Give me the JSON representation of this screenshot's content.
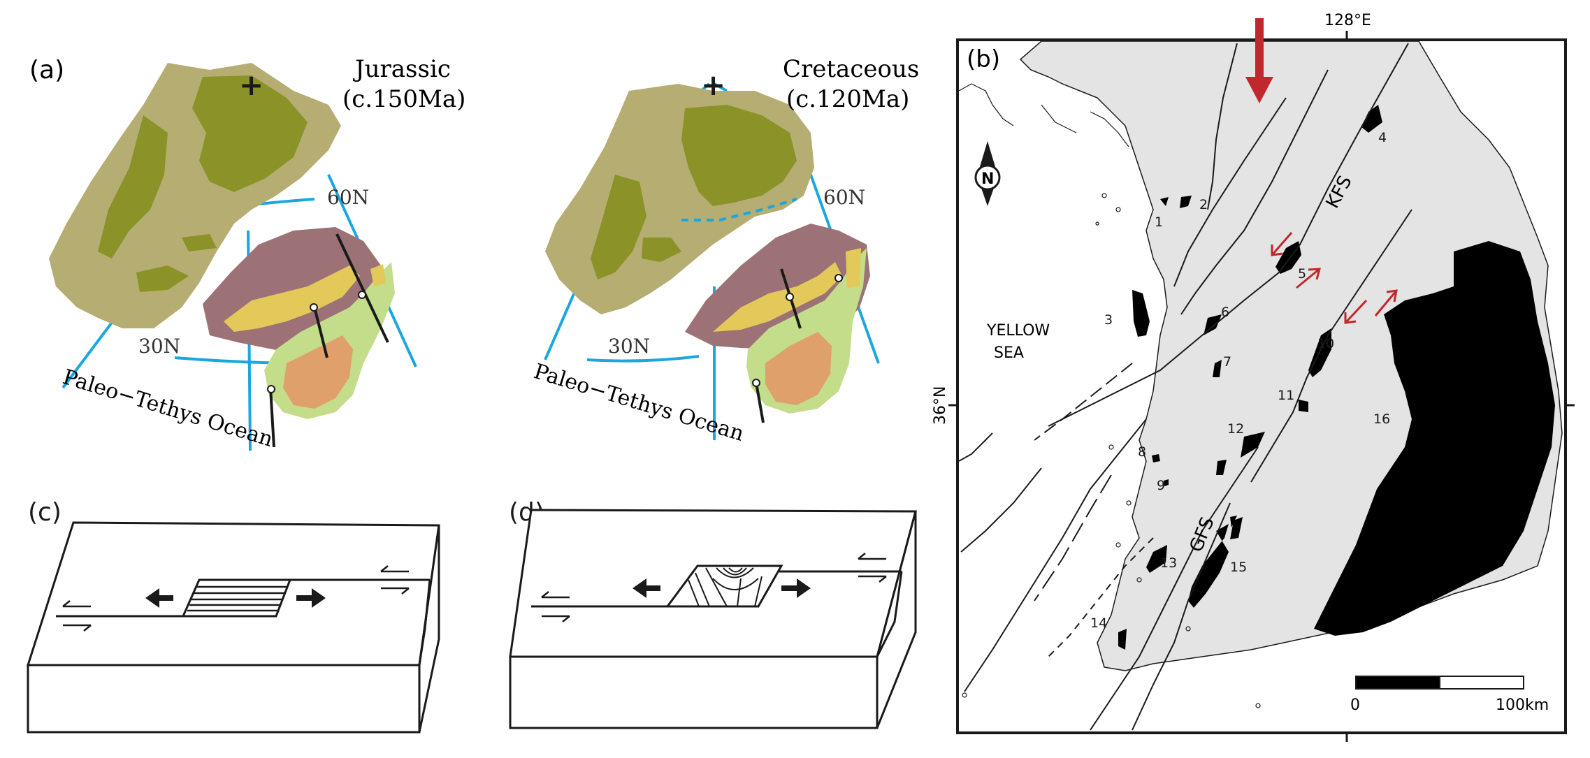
{
  "panel_a": {
    "label": "(a)",
    "left_map": {
      "title_line1": "Jurassic",
      "title_line2": "(c.150Ma)",
      "lat_60": "60N",
      "lat_30": "30N",
      "ocean_label": "Paleo−Tethys Ocean"
    },
    "right_map": {
      "title_line1": "Cretaceous",
      "title_line2": "(c.120Ma)",
      "lat_60": "60N",
      "lat_30": "30N",
      "ocean_label": "Paleo−Tethys Ocean"
    }
  },
  "panel_b": {
    "label": "(b)",
    "lon_label": "128°E",
    "lat_label": "36°N",
    "north_label": "N",
    "sea_label_line1": "YELLOW",
    "sea_label_line2": "SEA",
    "fault_kfs": "KFS",
    "fault_gfs": "GFS",
    "basins": [
      "1",
      "2",
      "3",
      "4",
      "5",
      "6",
      "7",
      "8",
      "9",
      "10",
      "11",
      "12",
      "13",
      "14",
      "15",
      "16"
    ],
    "scale_start": "0",
    "scale_end": "100km"
  },
  "panel_c": {
    "label": "(c)"
  },
  "panel_d": {
    "label": "(d)"
  },
  "colors": {
    "craton_outer": "#b5ad72",
    "craton_inner": "#8a9228",
    "terrane_mauve": "#9c7277",
    "terrane_yellow": "#e2c95a",
    "terrane_green": "#c3dd8a",
    "terrane_orange": "#e0a06b",
    "grid_blue": "#1aa7e0",
    "map_land": "#e4e4e4",
    "arrow_red": "#c0282d"
  }
}
